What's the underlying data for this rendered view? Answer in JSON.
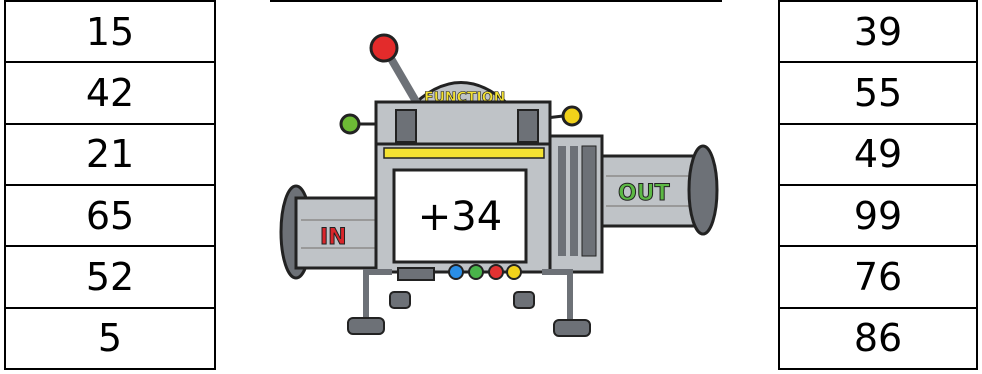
{
  "inputs": [
    "15",
    "42",
    "21",
    "65",
    "52",
    "5"
  ],
  "outputs": [
    "39",
    "55",
    "49",
    "99",
    "76",
    "86"
  ],
  "machine": {
    "top_label": "FUNCTION",
    "in_label": "IN",
    "out_label": "OUT",
    "rule": "+34"
  },
  "colors": {
    "metal": "#bfc3c7",
    "metal_dark": "#6d7177",
    "knob_red": "#e32b2b",
    "knob_green": "#6dbb35",
    "knob_yellow": "#f2d21a",
    "label_yellow": "#f4e232",
    "label_red": "#d9262b",
    "label_green": "#5cb844",
    "dot_blue": "#2a8ee6",
    "dot_green": "#49b44a",
    "dot_red": "#e23232",
    "dot_yellow": "#f2d21a"
  }
}
